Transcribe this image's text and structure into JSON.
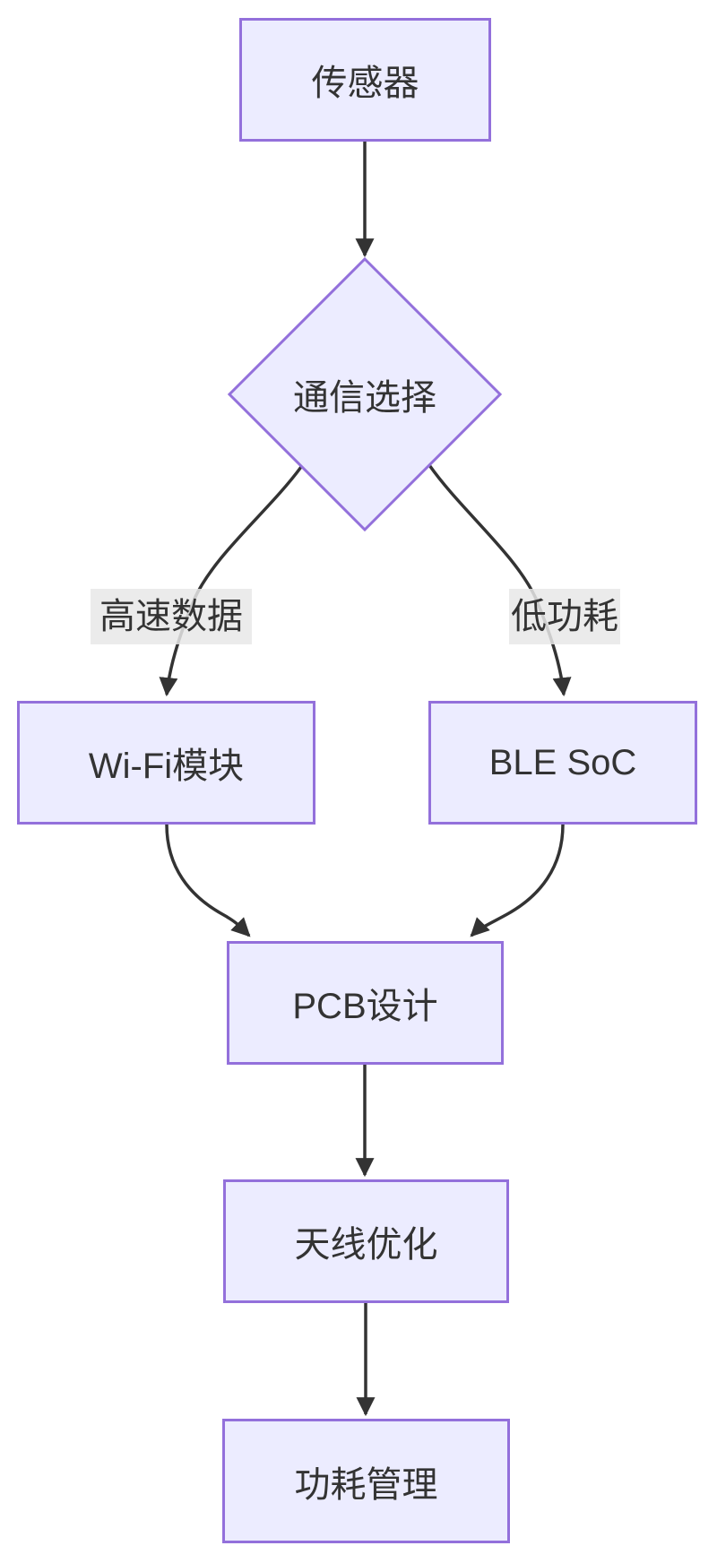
{
  "diagram": {
    "type": "flowchart",
    "direction": "top-bottom",
    "nodes": [
      {
        "id": "sensor",
        "label": "传感器",
        "shape": "rectangle"
      },
      {
        "id": "comm-choice",
        "label": "通信选择",
        "shape": "diamond"
      },
      {
        "id": "wifi-module",
        "label": "Wi-Fi模块",
        "shape": "rectangle"
      },
      {
        "id": "ble-soc",
        "label": "BLE SoC",
        "shape": "rectangle"
      },
      {
        "id": "pcb-design",
        "label": "PCB设计",
        "shape": "rectangle"
      },
      {
        "id": "antenna-opt",
        "label": "天线优化",
        "shape": "rectangle"
      },
      {
        "id": "power-mgmt",
        "label": "功耗管理",
        "shape": "rectangle"
      }
    ],
    "edges": [
      {
        "from": "sensor",
        "to": "comm-choice",
        "label": ""
      },
      {
        "from": "comm-choice",
        "to": "wifi-module",
        "label": "高速数据"
      },
      {
        "from": "comm-choice",
        "to": "ble-soc",
        "label": "低功耗"
      },
      {
        "from": "wifi-module",
        "to": "pcb-design",
        "label": ""
      },
      {
        "from": "ble-soc",
        "to": "pcb-design",
        "label": ""
      },
      {
        "from": "pcb-design",
        "to": "antenna-opt",
        "label": ""
      },
      {
        "from": "antenna-opt",
        "to": "power-mgmt",
        "label": ""
      }
    ],
    "colors": {
      "node_fill": "#ECECFF",
      "node_border": "#9370DB",
      "edge_line": "#333333",
      "text": "#333333",
      "edge_label_bg": "#e8e8e8",
      "background": "#ffffff"
    }
  }
}
